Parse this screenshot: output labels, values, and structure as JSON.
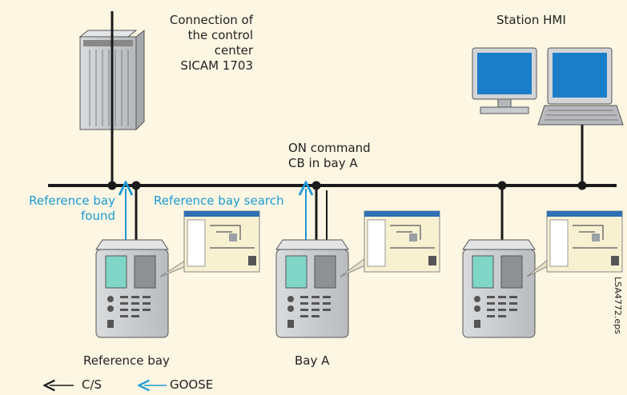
{
  "labels": {
    "control_center": [
      "Connection of",
      "the control",
      "center",
      "SICAM 1703"
    ],
    "station_hmi": "Station HMI",
    "on_command": [
      "ON command",
      "CB in bay A"
    ],
    "ref_bay_found": [
      "Reference bay",
      "found"
    ],
    "ref_bay_search": "Reference bay search",
    "reference_bay": "Reference bay",
    "bay_a": "Bay A",
    "legend_cs": "C/S",
    "legend_goose": "GOOSE",
    "file_id": "LSA4772.eps"
  },
  "colors": {
    "background": "#fdf6e3",
    "bus": "#1a1a1a",
    "goose": "#1a9ad6",
    "device_body": "#c9ccce",
    "device_screen": "#7fd6c6",
    "monitor_screen": "#1b7ec9"
  },
  "icons": {
    "control_center": "rack-server-icon",
    "station_hmi": "workstation-icon",
    "bay_devices": "protection-relay-icon",
    "hmi_popups": "bay-screen-thumbnail-icon"
  }
}
